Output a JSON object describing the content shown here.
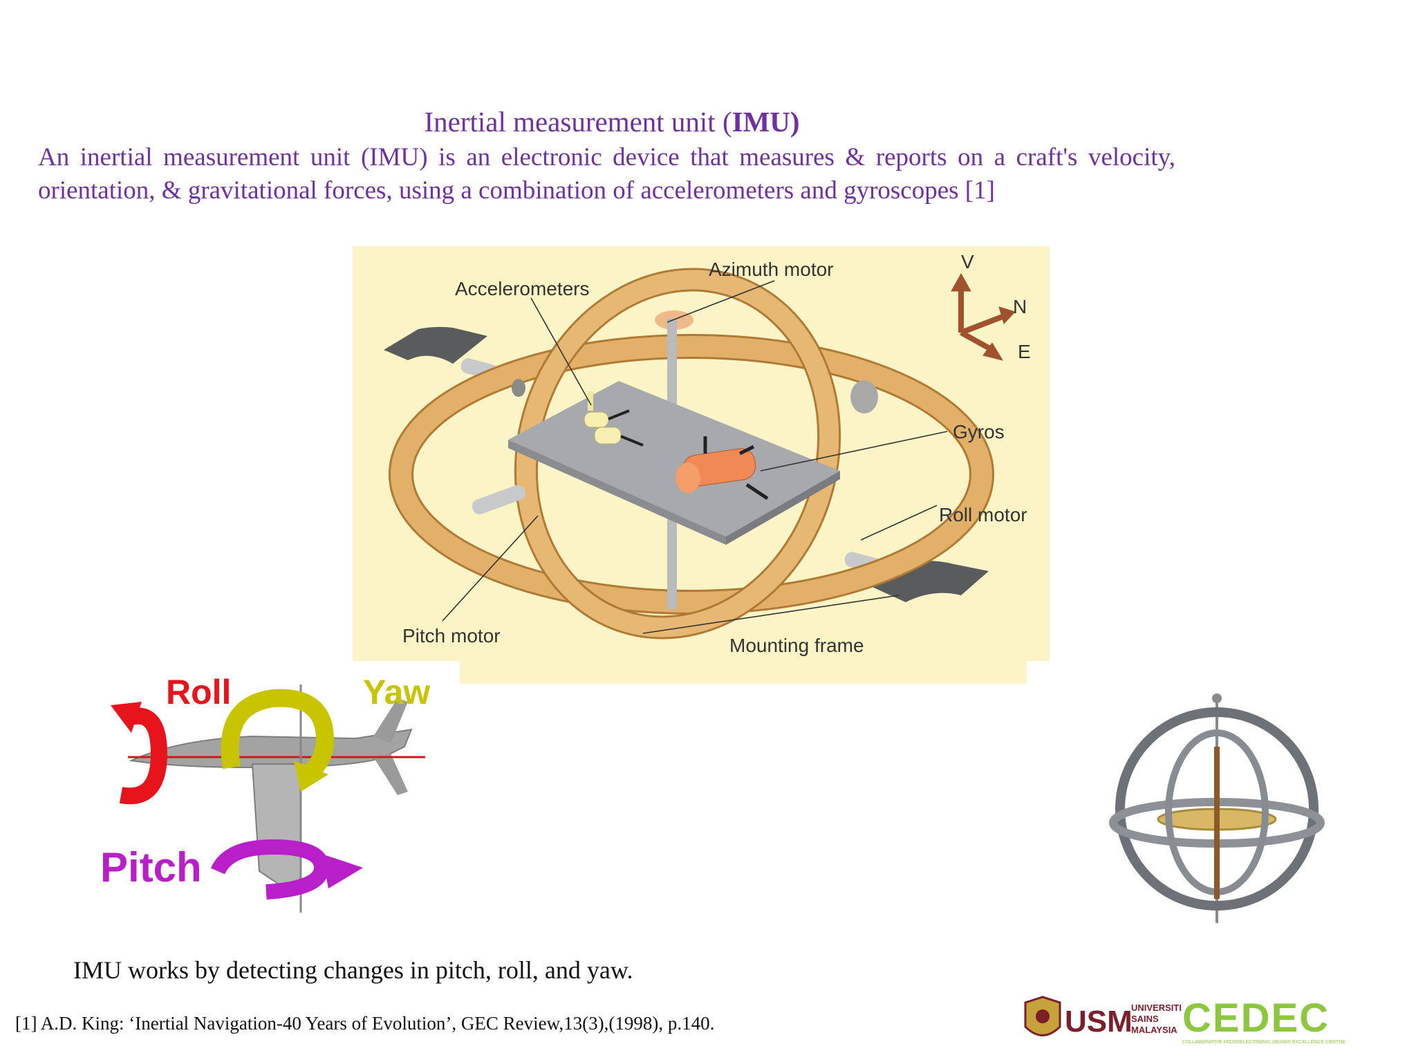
{
  "slide": {
    "title_main": "Inertial measurement unit (",
    "title_bold": "IMU)",
    "description": "An inertial measurement unit (IMU) is an electronic device that measures & reports on a craft's velocity, orientation, & gravitational forces, using a combination of accelerometers and gyroscopes [1]",
    "caption": "IMU works  by detecting changes in pitch, roll, and yaw.",
    "reference": "[1] A.D. King: ‘Inertial Navigation-40 Years of Evolution’, GEC Review,13(3),(1998), p.140."
  },
  "imu_diagram": {
    "labels": {
      "accelerometers": "Accelerometers",
      "azimuth_motor": "Azimuth motor",
      "gyros": "Gyros",
      "roll_motor": "Roll motor",
      "pitch_motor": "Pitch motor",
      "mounting_frame": "Mounting frame",
      "axis_v": "V",
      "axis_n": "N",
      "axis_e": "E"
    },
    "colors": {
      "background": "#fbf4c6",
      "ring": "#e3b06a",
      "ring_edge": "#b07a35",
      "plate": "#a7a9ac",
      "gyro": "#f08a55",
      "axes": "#a0522d"
    }
  },
  "rpy_diagram": {
    "labels": {
      "roll": "Roll",
      "yaw": "Yaw",
      "pitch": "Pitch"
    },
    "colors": {
      "roll": "#e8141c",
      "yaw": "#c8c400",
      "pitch": "#b81fc8",
      "plane": "#9a9a9a"
    }
  },
  "logos": {
    "usm_text": "USM",
    "usm_sub": [
      "UNIVERSITI",
      "SAINS",
      "MALAYSIA"
    ],
    "cedec_text": "CEDEC",
    "cedec_tagline": "COLLABORATIVE MICROELECTRONIC DESIGN EXCELLENCE CENTRE",
    "colors": {
      "usm": "#7a1f2b",
      "cedec": "#8dc63f"
    }
  }
}
